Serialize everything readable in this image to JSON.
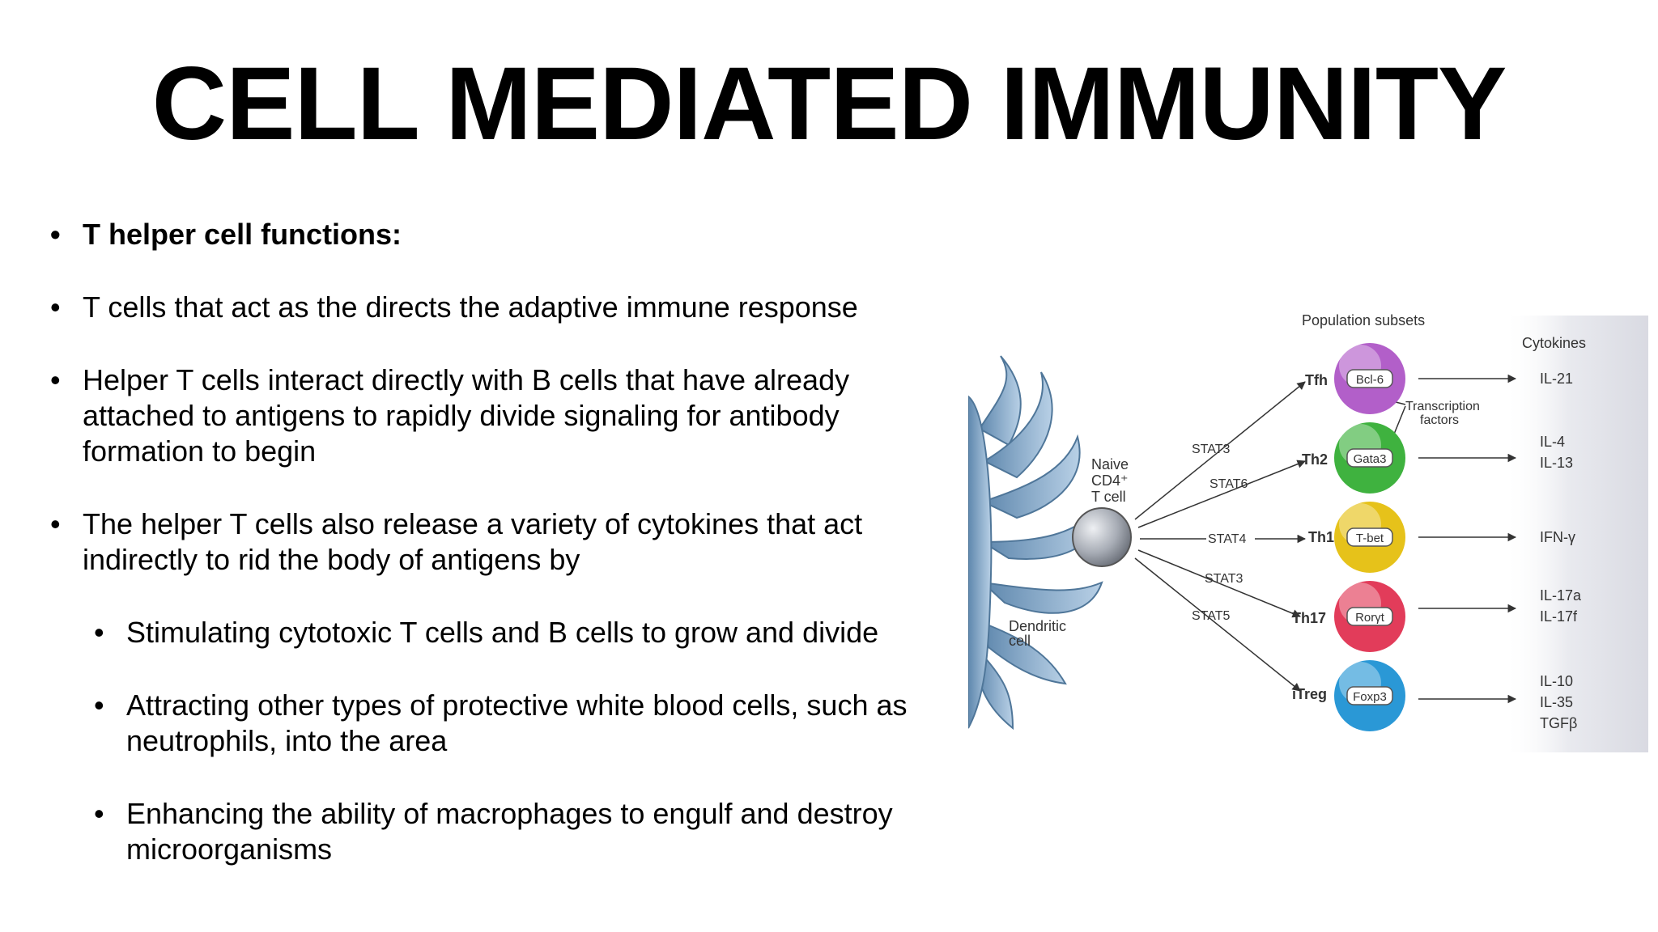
{
  "slide": {
    "title": "CELL MEDIATED IMMUNITY",
    "bullets": [
      "T helper cell functions:",
      "T cells that act as the directs the adaptive immune response",
      "Helper T cells interact directly with B cells that have already attached to antigens to rapidly divide signaling for antibody formation to begin",
      "The helper T cells also release a variety of cytokines that act indirectly to rid the body of antigens by",
      "Stimulating cytotoxic T cells and B cells to grow and divide",
      "Attracting other types of protective white blood cells, such as neutrophils, into the area",
      "Enhancing the ability of macrophages to engulf and destroy microorganisms"
    ]
  },
  "diagram": {
    "population_subsets_label": "Population subsets",
    "cytokines_label": "Cytokines",
    "transcription_label_1": "Transcription",
    "transcription_label_2": "factors",
    "naive_1": "Naive",
    "naive_2": "CD4⁺",
    "naive_3": "T cell",
    "dendritic_1": "Dendritic",
    "dendritic_2": "cell",
    "subsets": [
      {
        "name": "Tfh",
        "stat": "STAT3",
        "factor": "Bcl-6",
        "color": "#b25fc9",
        "cytokines": [
          "IL-21"
        ]
      },
      {
        "name": "Th2",
        "stat": "STAT6",
        "factor": "Gata3",
        "color": "#3fb23f",
        "cytokines": [
          "IL-4",
          "IL-13"
        ]
      },
      {
        "name": "Th1",
        "stat": "STAT4",
        "factor": "T-bet",
        "color": "#e6c21a",
        "cytokines": [
          "IFN-γ"
        ]
      },
      {
        "name": "Th17",
        "stat": "STAT3",
        "factor": "Rorγt",
        "color": "#e23c5a",
        "cytokines": [
          "IL-17a",
          "IL-17f"
        ]
      },
      {
        "name": "iTreg",
        "stat": "STAT5",
        "factor": "Foxp3",
        "color": "#2a98d6",
        "cytokines": [
          "IL-10",
          "IL-35",
          "TGFβ"
        ]
      }
    ]
  }
}
